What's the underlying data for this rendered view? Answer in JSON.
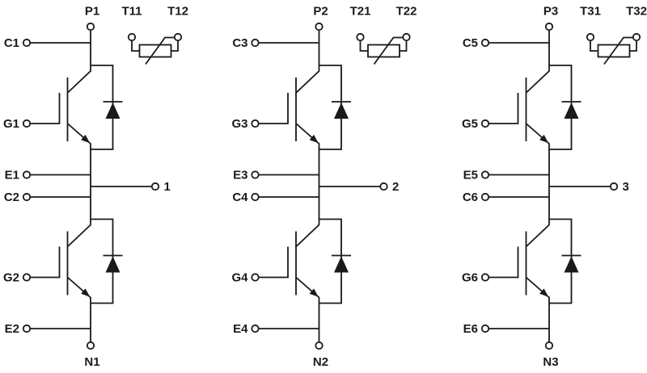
{
  "colors": {
    "background": "#ffffff",
    "line": "#1a1a1a",
    "text": "#1a1a1a"
  },
  "sections": [
    {
      "p_terminal": "P1",
      "n_terminal": "N1",
      "ac_output": "1",
      "upper_igbt": {
        "collector": "C1",
        "gate": "G1",
        "emitter": "E1"
      },
      "lower_igbt": {
        "collector": "C2",
        "gate": "G2",
        "emitter": "E2"
      },
      "thermistor": {
        "left_terminal": "T11",
        "right_terminal": "T12"
      }
    },
    {
      "p_terminal": "P2",
      "n_terminal": "N2",
      "ac_output": "2",
      "upper_igbt": {
        "collector": "C3",
        "gate": "G3",
        "emitter": "E3"
      },
      "lower_igbt": {
        "collector": "C4",
        "gate": "G4",
        "emitter": "E4"
      },
      "thermistor": {
        "left_terminal": "T21",
        "right_terminal": "T22"
      }
    },
    {
      "p_terminal": "P3",
      "n_terminal": "N3",
      "ac_output": "3",
      "upper_igbt": {
        "collector": "C5",
        "gate": "G5",
        "emitter": "E5"
      },
      "lower_igbt": {
        "collector": "C6",
        "gate": "G6",
        "emitter": "E6"
      },
      "thermistor": {
        "left_terminal": "T31",
        "right_terminal": "T32"
      }
    }
  ]
}
